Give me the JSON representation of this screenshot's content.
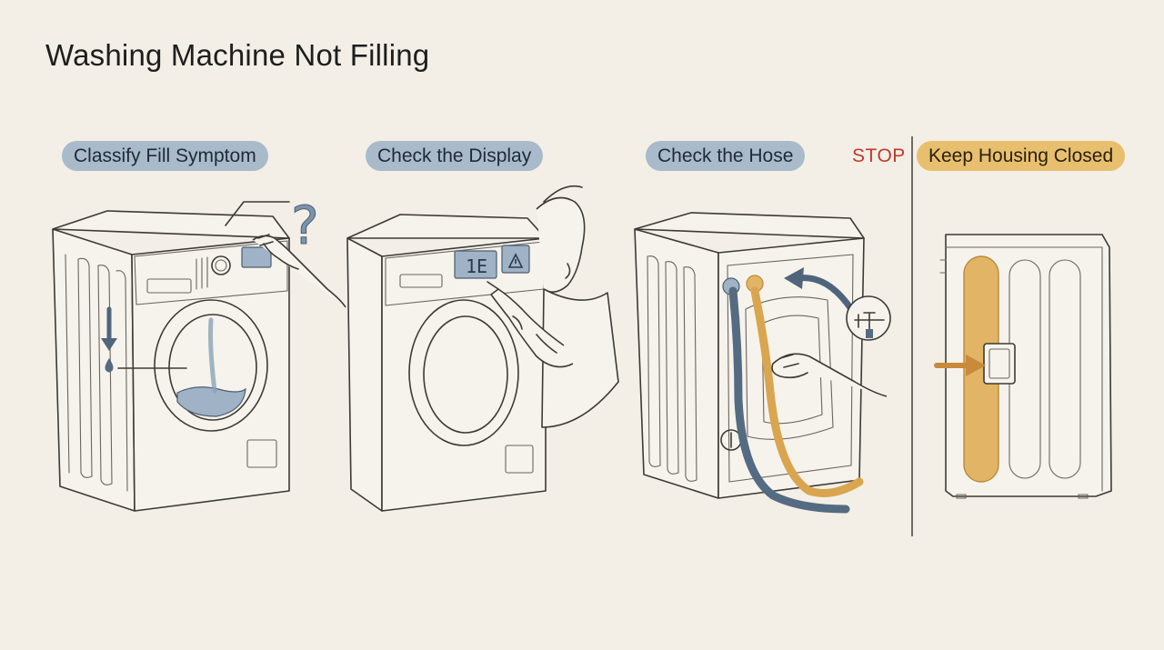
{
  "title": "Washing Machine Not Filling",
  "steps": [
    {
      "label": "Classify Fill Symptom"
    },
    {
      "label": "Check the Display"
    },
    {
      "label": "Check the Hose"
    }
  ],
  "stop_label": "STOP",
  "warning_step": {
    "label": "Keep Housing Closed"
  },
  "display_code": "1E",
  "question_mark": "?",
  "colors": {
    "step_pill": "#a9bacb",
    "warning_pill": "#e8bf6e",
    "stop_text": "#c0392b",
    "background": "#f3efe6"
  }
}
